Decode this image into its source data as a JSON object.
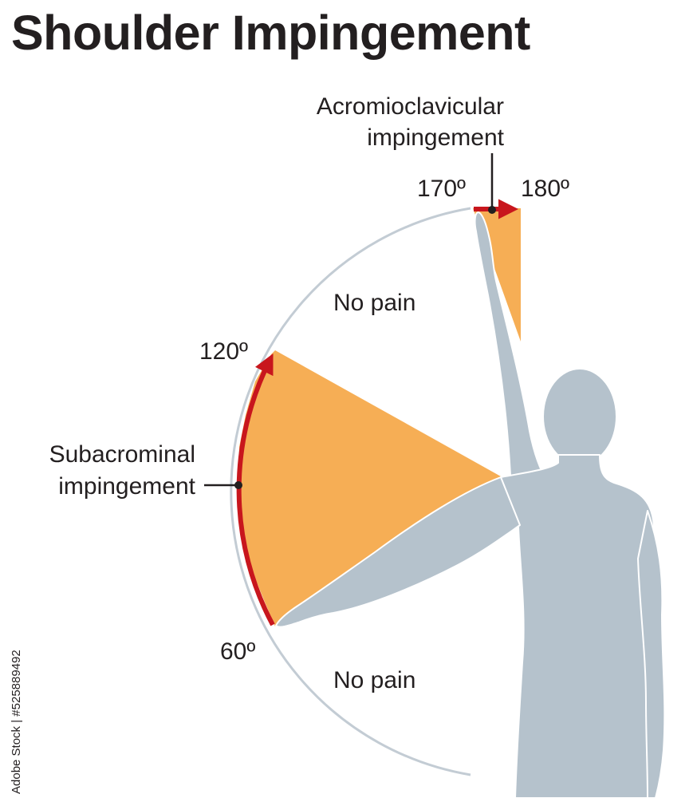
{
  "title": "Shoulder Impingement",
  "angles": {
    "a60": "60º",
    "a120": "120º",
    "a170": "170º",
    "a180": "180º"
  },
  "labels": {
    "ac_line1": "Acromioclavicular",
    "ac_line2": "impingement",
    "sub_line1": "Subacrominal",
    "sub_line2": "impingement",
    "no_pain_upper": "No pain",
    "no_pain_lower": "No pain"
  },
  "watermark": "Adobe Stock | #525889492",
  "colors": {
    "painful_arc": "#f6ae55",
    "arrow": "#c8161d",
    "arc_outline": "#c3ccd4",
    "silhouette": "#b5c2cc",
    "text": "#231f20"
  }
}
